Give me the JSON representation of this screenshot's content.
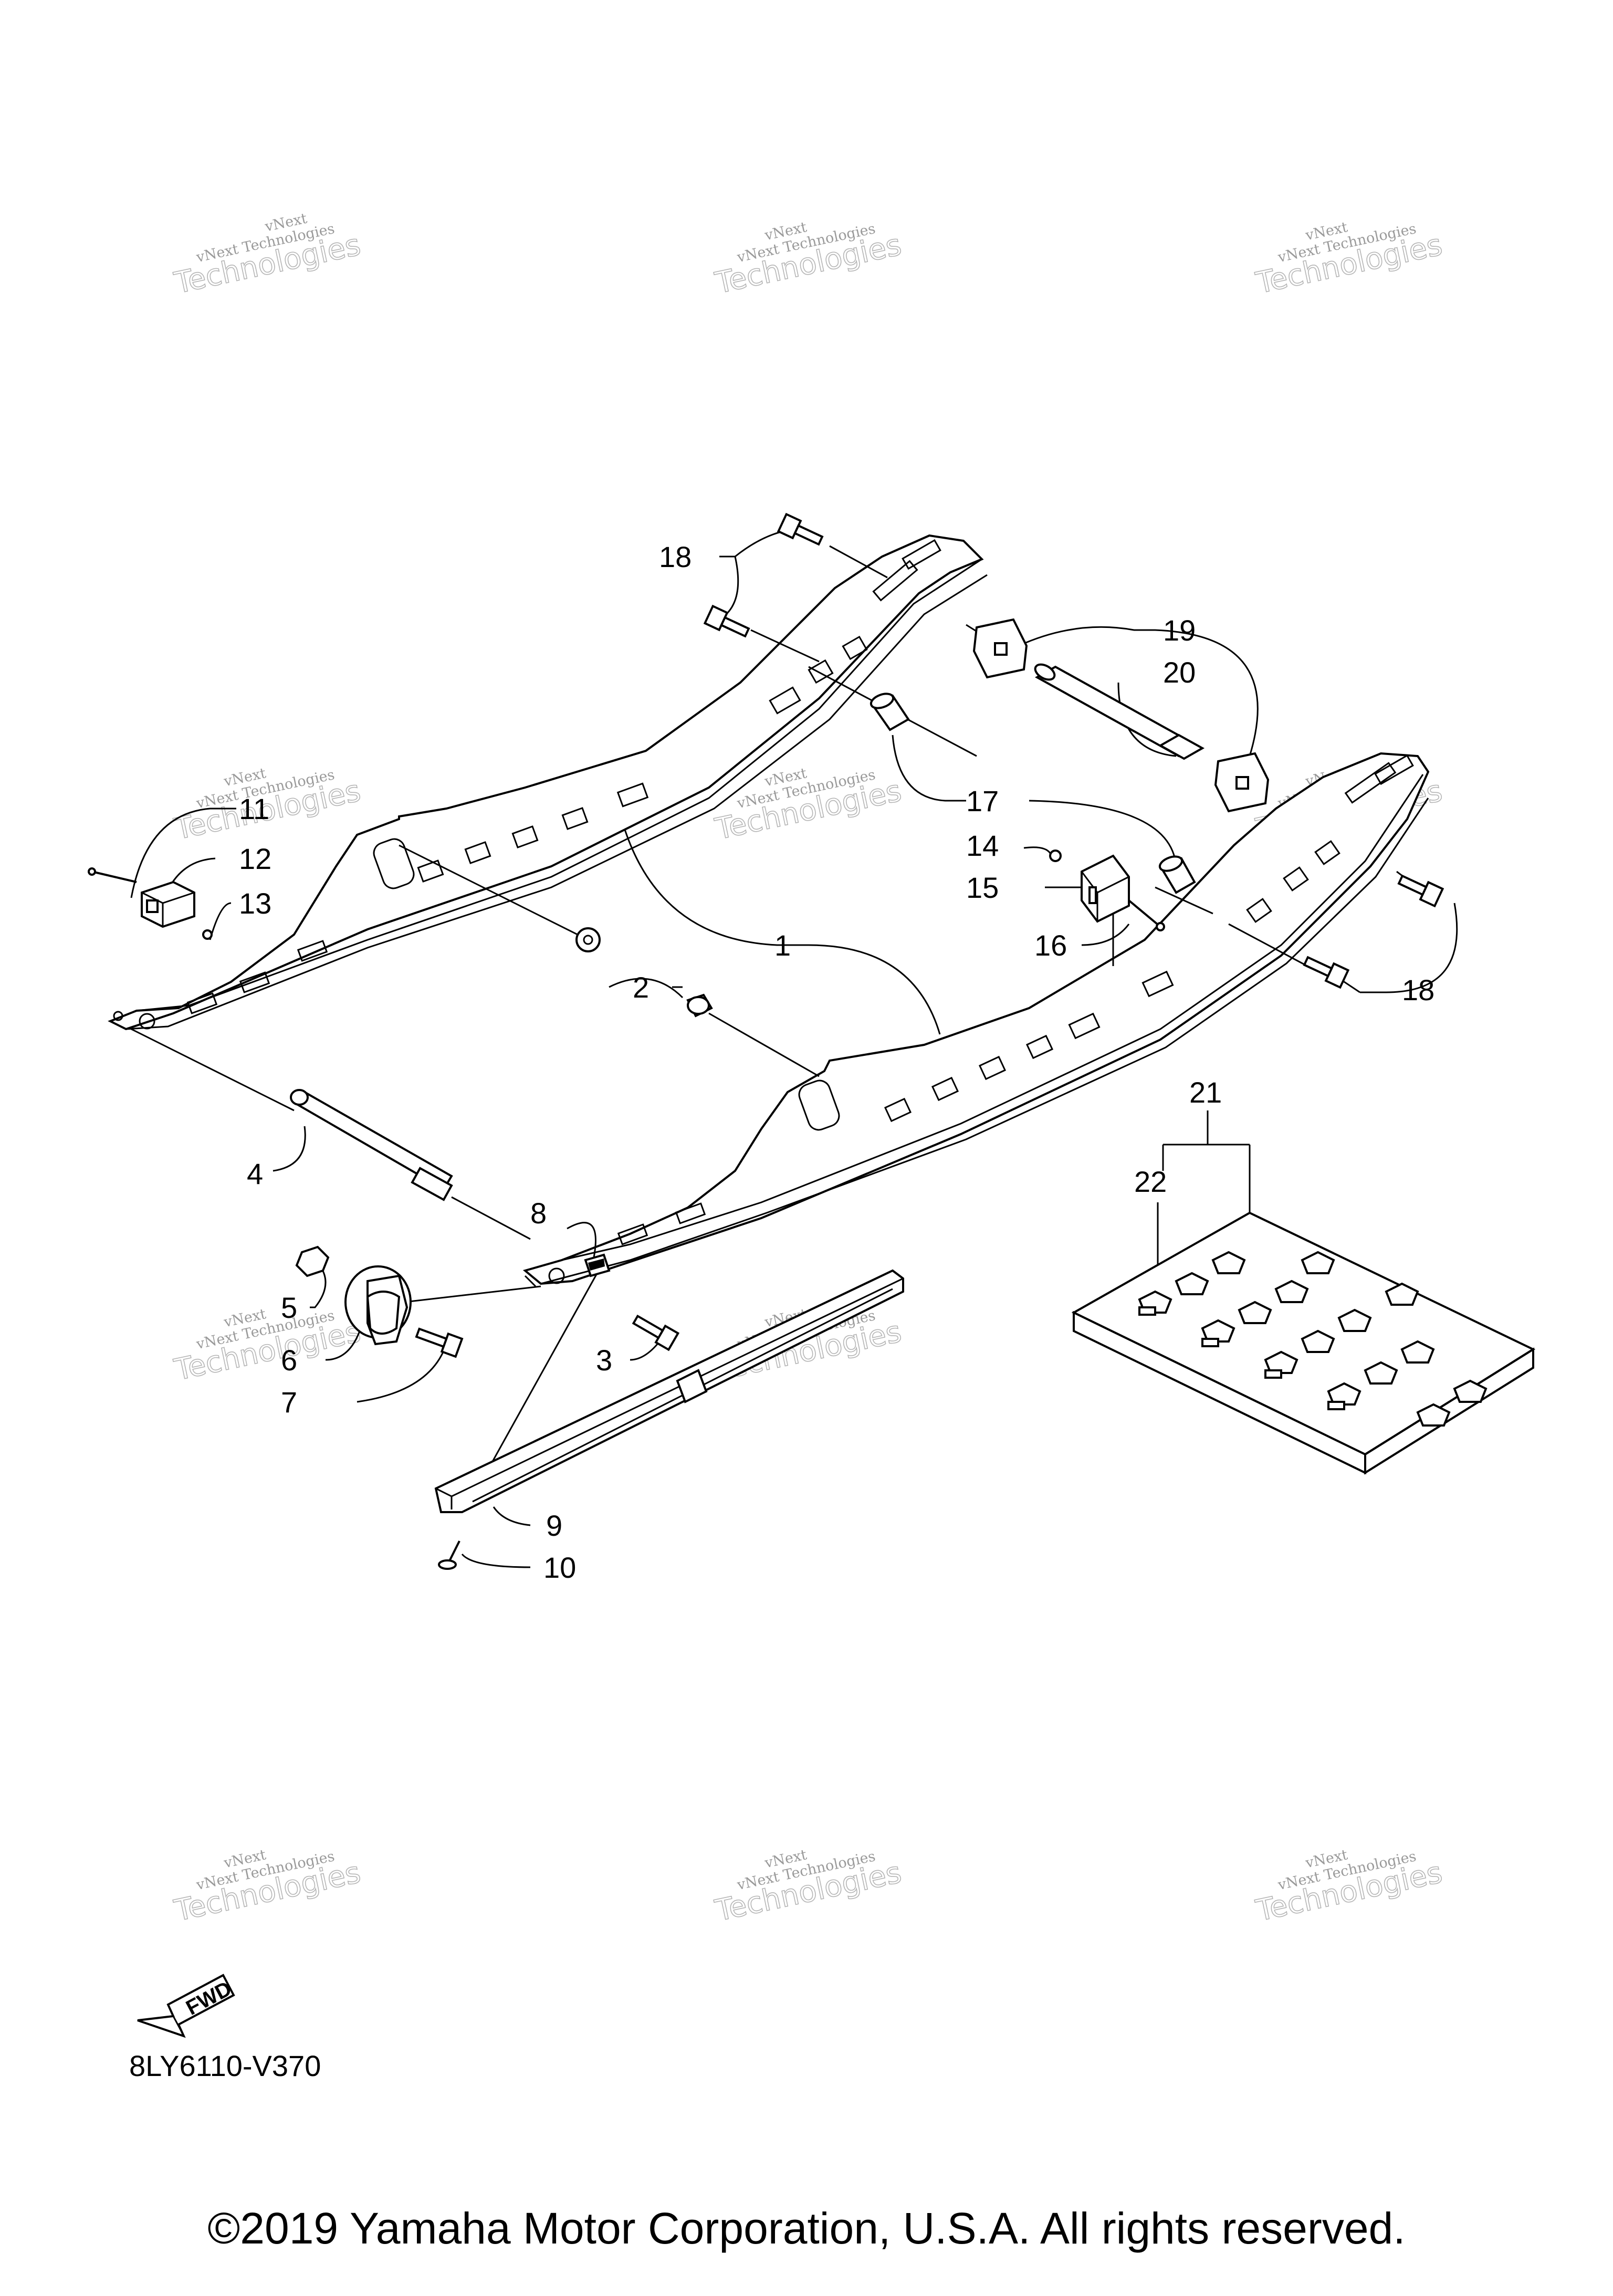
{
  "diagram": {
    "code": "8LY6110-V370",
    "copyright": "©2019 Yamaha Motor Corporation, U.S.A. All rights reserved.",
    "fwd_label": "FWD"
  },
  "watermark": {
    "line1": "vNext",
    "line2": "vNext Technologies",
    "line3": "Technologies"
  },
  "callouts": [
    "1",
    "2",
    "3",
    "4",
    "5",
    "6",
    "7",
    "8",
    "9",
    "10",
    "11",
    "12",
    "13",
    "14",
    "15",
    "16",
    "17",
    "18",
    "18",
    "19",
    "20",
    "21",
    "22"
  ]
}
